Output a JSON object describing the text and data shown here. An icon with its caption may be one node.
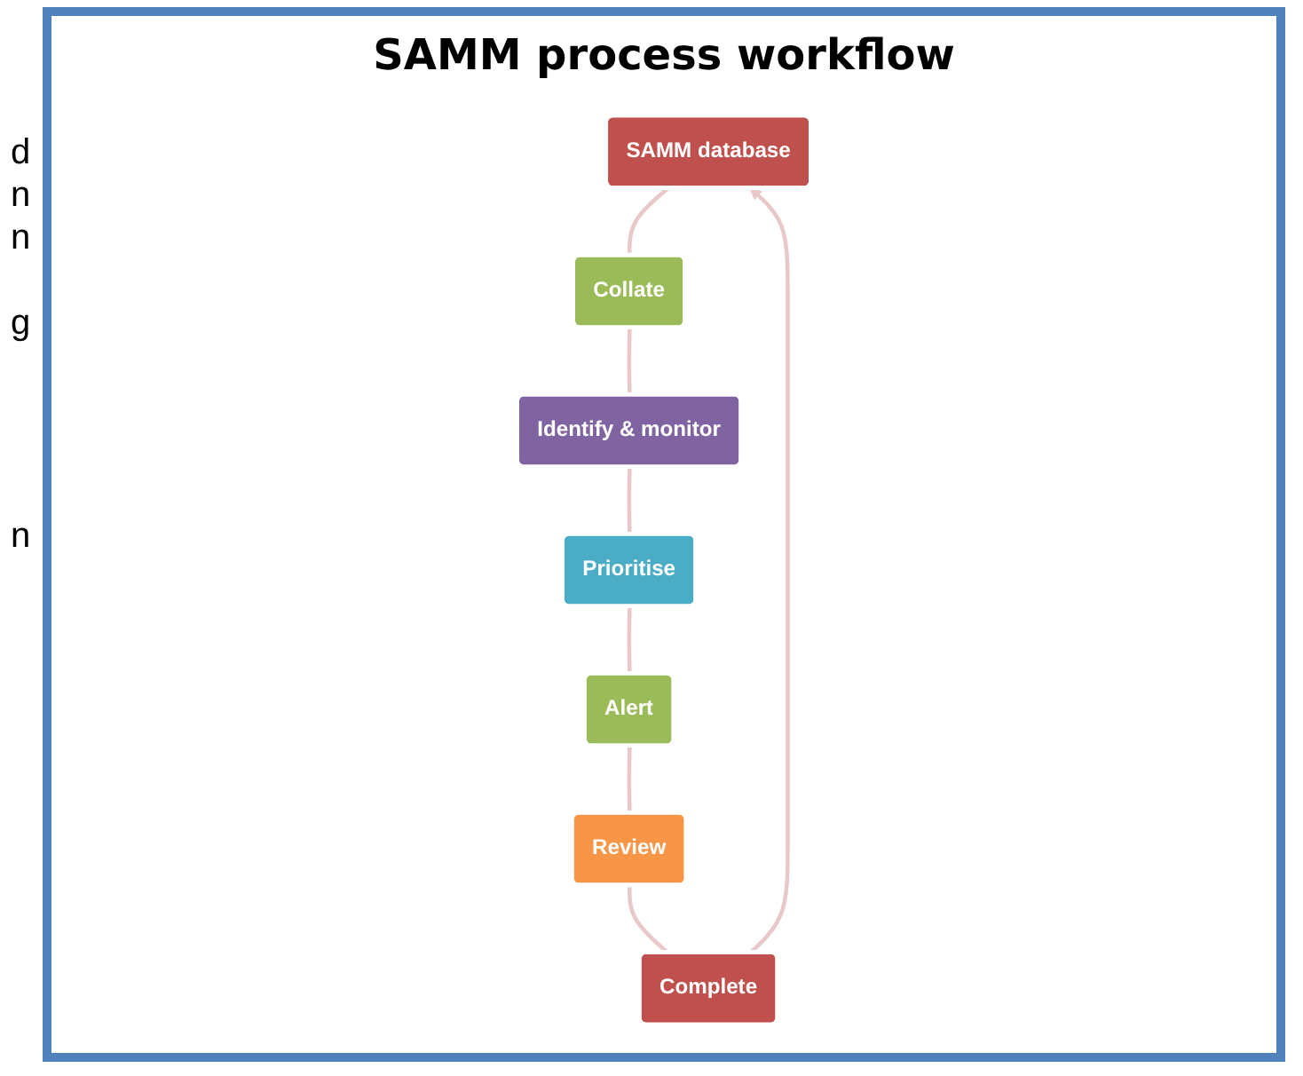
{
  "diagram": {
    "title": "SAMM process workflow",
    "nodes": [
      {
        "text": [
          "SAMM database"
        ]
      },
      {
        "text": [
          "Collate"
        ]
      },
      {
        "text": [
          "Identify & monitor"
        ]
      },
      {
        "text": [
          "Prioritise"
        ]
      },
      {
        "text": [
          "Alert"
        ]
      },
      {
        "text": [
          "Review"
        ]
      },
      {
        "text": [
          "Complete"
        ]
      }
    ],
    "edges": [
      {
        "from": 0,
        "to": 1,
        "arrow": "none"
      },
      {
        "from": 1,
        "to": 2,
        "arrow": "none"
      },
      {
        "from": 2,
        "to": 3,
        "arrow": "none"
      },
      {
        "from": 3,
        "to": 4,
        "arrow": "none"
      },
      {
        "from": 4,
        "to": 5,
        "arrow": "none"
      },
      {
        "from": 5,
        "to": 6,
        "arrow": "none"
      },
      {
        "from": 6,
        "to": 0,
        "arrow": "to"
      }
    ],
    "labels": [
      "d",
      "n",
      "n",
      "g",
      "n"
    ]
  }
}
